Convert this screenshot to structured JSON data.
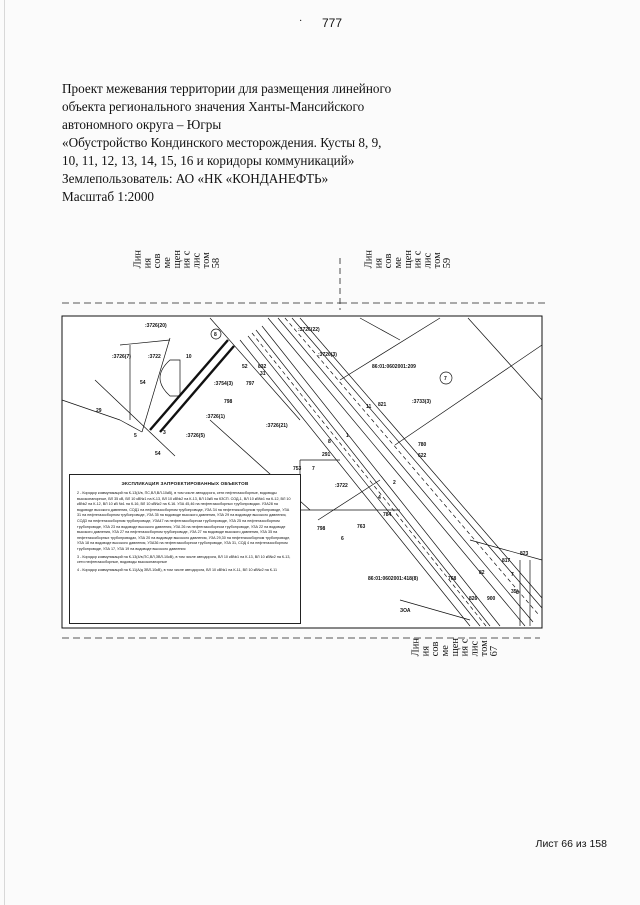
{
  "page_number": "777",
  "title_lines": [
    "Проект  межевания территории для размещения линейного",
    "объекта регионального значения Ханты-Мансийского",
    "автономного округа – Югры",
    "«Обустройство Кондинского месторождения. Кусты 8, 9,",
    "10, 11, 12, 13, 14, 15, 16 и коридоры коммуникаций»",
    "Землепользователь: АО «НК «КОНДАНЕФТЬ»",
    "Масштаб 1:2000"
  ],
  "match_lines": {
    "left_top": [
      "Лин",
      "ия",
      "сов",
      "ме",
      "щен",
      "ия с",
      "лис",
      "том",
      "58"
    ],
    "right_top": [
      "Лин",
      "ия",
      "сов",
      "ме",
      "щен",
      "ия с",
      "лис",
      "том",
      "59"
    ],
    "bottom": [
      "Лин",
      "ия",
      "сов",
      "ме",
      "щен",
      "ия с",
      "лис",
      "том",
      "67"
    ]
  },
  "map_labels": {
    "parcels": [
      ":3726(20)",
      ":3726(22)",
      ":3726(7)",
      ":3722",
      ":3726(3)",
      ":3754(3)",
      ":3726(1)",
      ":3726(5)",
      ":3726(21)",
      ":3733(3)",
      ":3722",
      "86:01:0602001:209",
      "86:01:0602001:418(8)"
    ],
    "points": [
      "10",
      "54",
      "29",
      "5",
      "3",
      "54",
      "832",
      "31",
      "797",
      "798",
      "52",
      "11",
      "821",
      "8",
      "1",
      "4",
      "291",
      "753",
      "7",
      "2",
      "784",
      "780",
      "622",
      "798",
      "763",
      "6",
      "817",
      "823",
      "82",
      "768",
      "826",
      "900",
      "35",
      "7",
      "8"
    ],
    "circles": [
      "8",
      "7"
    ],
    "marker": "ЗОА"
  },
  "legend": {
    "title": "ЭКСПЛИКАЦИЯ ЗАПРОЕКТИРОВАННЫХ ОБЪЕКТОВ",
    "items": [
      "2 - Коридор коммуникаций на К-13(4/в, ПС,ВЛ,ВЛ-10кВ), в том числе автодорога, сети нефтегазосборные, водоводы высоконапорные, ВЛ 35 кВ, ВЛ 10 кВ№1 на К-13, ВЛ 10 кВ№2 на К-13, ВЛ 10кВ на КЗСП. СОД-1, ВЛ 10 кВ№1 на К-12, ВЛ 10 кВ№2 на К-12, ВЛ 10 кВ №1 на К-16, ВЛ 10 кВ№2 на К-16. УЗА 45,46 на нефтегазосборных трубопроводах. УЗА28 на водоводе высокого давления, СОД1 на нефтегазосборном трубопроводе, УЗА 34 на нефтегазосборном трубопроводе, УЗА 31 на нефтегазосборном трубопроводе, УЗА 35 на водоводе высокого давления, УЗА 29 на водоводе высокого давления, СОД3 на нефтегазосборном трубопроводе, УЗА47 на нефтегазосборном трубопроводе, УЗА 25 на нефтегазосборном трубопроводе, УЗА 23 на водоводе высокого давления, УЗА 26 на нефтегазосборном трубопроводе, УЗА 22 на водоводе высокого давления, УЗА 27 на нефтегазосборном трубопроводе, УЗА 27 на водоводе высокого давления, УЗА 35 на нефтегазосборных трубопроводах, УЗА 20 на водоводе высокого давления, УЗА 29,30 на нефтегазосборном трубопроводе, УЗА 18 на водоводе высокого давления, УЗА36 на нефтегазосборном трубопроводе, УЗА 31, СОД 4 на нефтегазосборном трубопроводе, УЗА 17, УЗА 19 на водоводе высокого давления",
      "3 - Коридор коммуникаций на К-13(4/в,ПС,ВЛ,ЗВЛ-10кВ), в том числе автодорога, ВЛ 10 кВ№1 на К-13, ВЛ 10 кВ№2 на К-13, сети нефтегазосборные, водоводы высоконапорные",
      "4 - Коридор коммуникаций на К-11(А/д ЗВЛ-10кВ), в том числе автодорога, ВЛ 10 кВ№1 на К-11, ВЛ 10 кВ№2 на К-11"
    ]
  },
  "footer": "Лист 66 из 158"
}
